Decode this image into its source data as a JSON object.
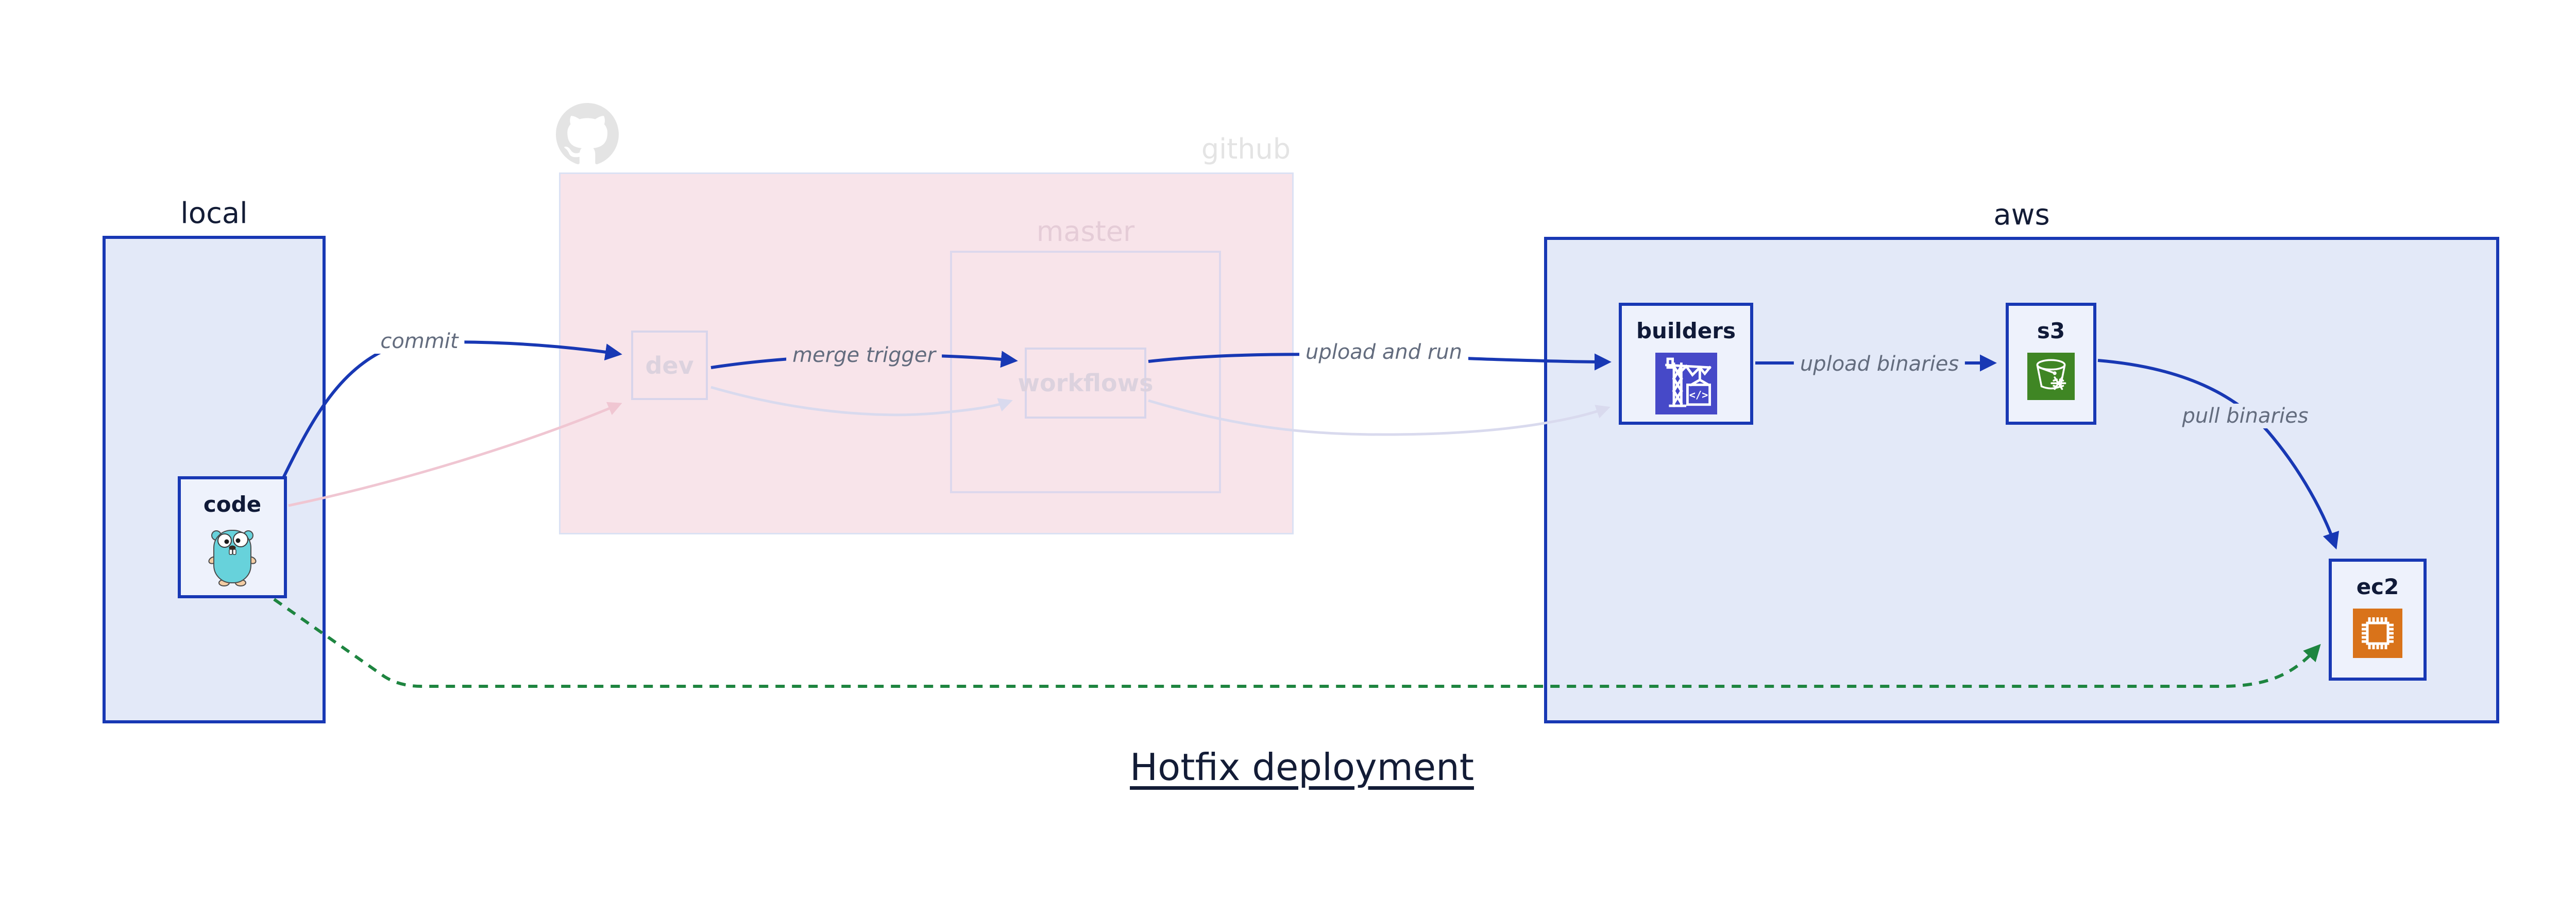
{
  "title": {
    "text": "Hotfix deployment"
  },
  "containers": {
    "local": {
      "label": "local"
    },
    "github": {
      "label": "github",
      "master_label": "master"
    },
    "aws": {
      "label": "aws"
    }
  },
  "nodes": {
    "code": {
      "label": "code",
      "icon": "go-gopher"
    },
    "dev": {
      "label": "dev"
    },
    "workflows": {
      "label": "workflows"
    },
    "builders": {
      "label": "builders",
      "icon": "codebuild-crane",
      "icon_text": "</>"
    },
    "s3": {
      "label": "s3",
      "icon": "s3-glacier-bucket"
    },
    "ec2": {
      "label": "ec2",
      "icon": "ec2-chip"
    }
  },
  "edges": {
    "commit": "commit",
    "merge_trigger": "merge trigger",
    "upload_and_run": "upload and run",
    "upload_binaries": "upload binaries",
    "pull_binaries": "pull binaries"
  },
  "colors": {
    "primary_blue": "#1838b4",
    "container_fill": "#e3e9f8",
    "node_fill": "#eef2fc",
    "github_pink": "#f8e4ea",
    "faded_lavender": "#d9daee",
    "faded_pink": "#f0c6d2",
    "hotfix_green": "#1e8540",
    "codebuild_indigo": "#4649c8",
    "s3_green": "#3f8624",
    "ec2_orange": "#d9731a",
    "edge_label_gray": "#636c7e",
    "dark_navy": "#131c36",
    "github_gray": "#e4e4e4"
  }
}
